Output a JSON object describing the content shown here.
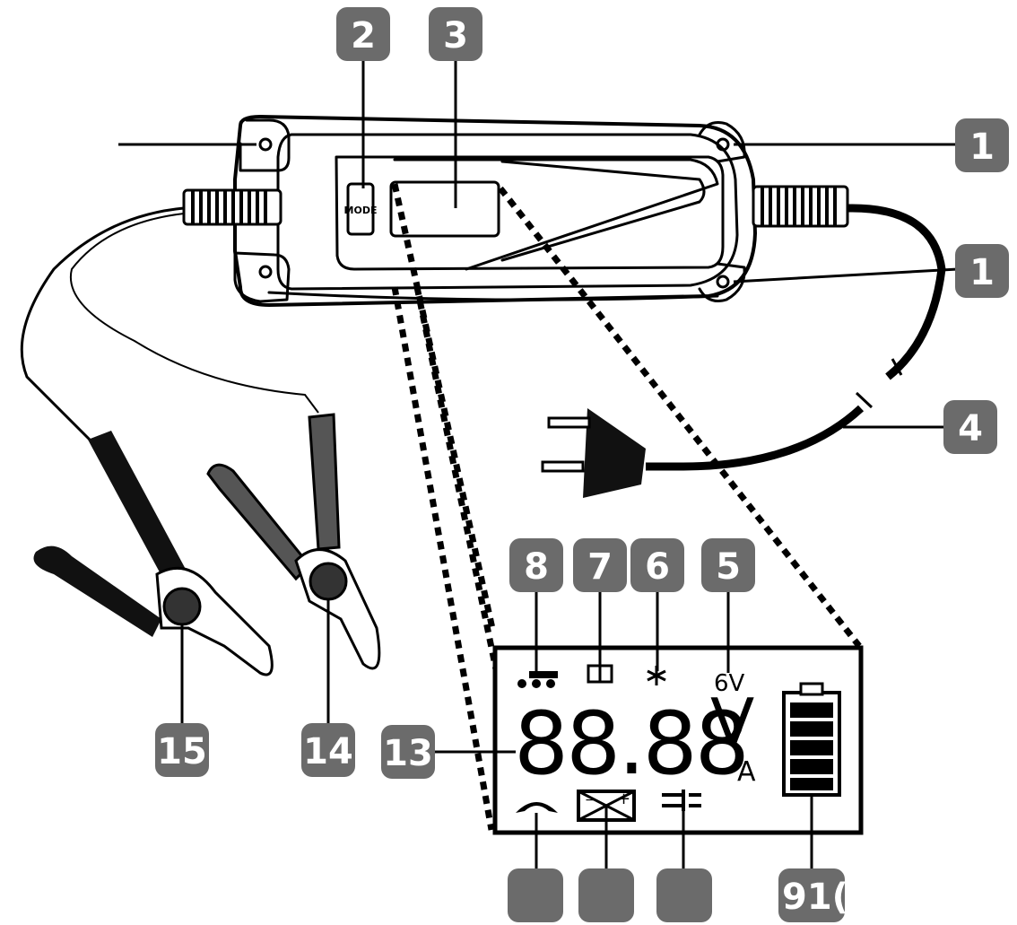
{
  "callouts": {
    "c1a": "1",
    "c1b": "1",
    "c2": "2",
    "c3": "3",
    "c4": "4",
    "c5": "5",
    "c6": "6",
    "c7": "7",
    "c8": "8",
    "c13": "13",
    "c14": "14",
    "c15": "15",
    "c910": "91("
  },
  "device": {
    "mode_button_label": "MODE"
  },
  "lcd": {
    "digits": "88.88",
    "voltage_6v": "6V",
    "unit_v": "V",
    "unit_a": "A",
    "battery_minus": "−",
    "battery_plus": "+"
  },
  "colors": {
    "callout_fill": "#6b6b6b",
    "line": "#000000",
    "background": "#ffffff"
  },
  "icons": [
    "motorcycle-car-icon",
    "truck-icon",
    "snowflake-icon",
    "recovery-arrows-icon",
    "battery-icon",
    "plug-icon",
    "battery-level-icon"
  ]
}
